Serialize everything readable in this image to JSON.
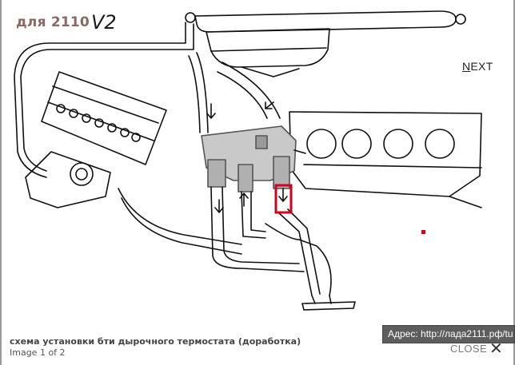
{
  "diagram": {
    "title": "для 2110",
    "version_mark": "V2",
    "subject": "thermostat-hose-routing-diagram"
  },
  "navigation": {
    "next_label_first": "N",
    "next_label_rest": "EXT"
  },
  "caption": {
    "text": "схема установки бти дырочного термостата (доработка)",
    "counter": "Image 1 of 2"
  },
  "controls": {
    "close_label": "CLOSE",
    "close_symbol": "✕"
  },
  "tooltip": {
    "url_text": "Адрес: http://лада2111.рф/tu"
  },
  "colors": {
    "highlight": "#d0021b",
    "tooltip_bg": "#5d5d5d",
    "line": "#111111"
  }
}
